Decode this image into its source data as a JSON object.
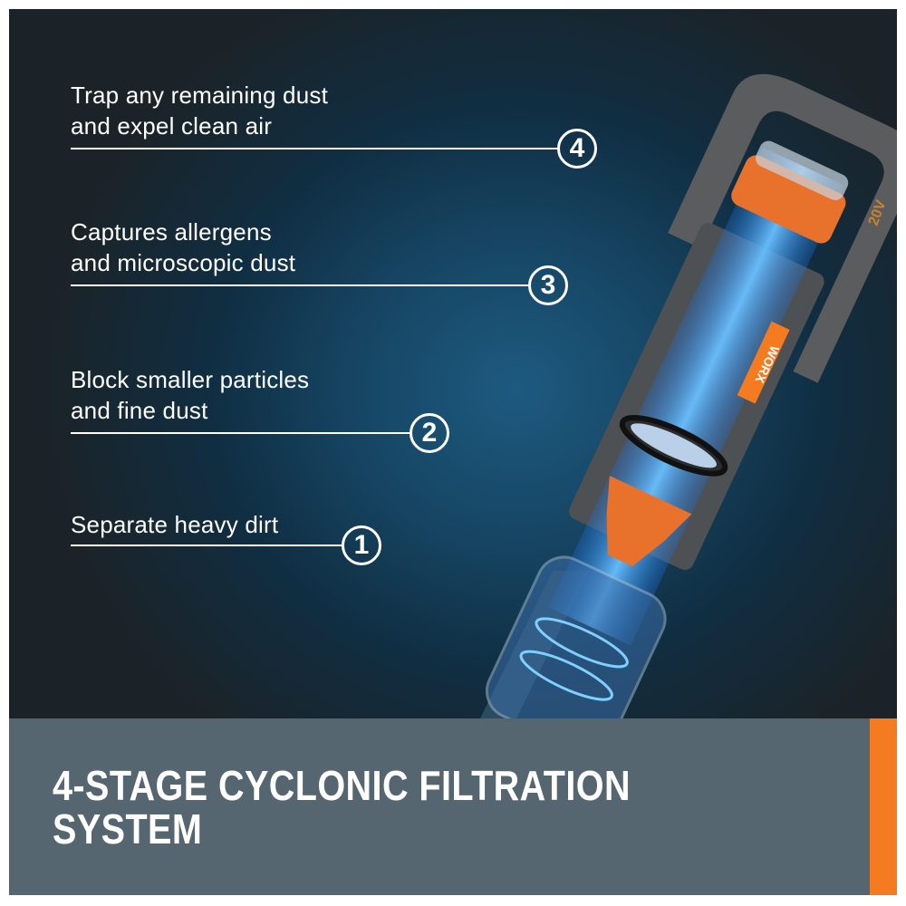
{
  "callouts": [
    {
      "number": "4",
      "text_line1": "Trap any remaining dust",
      "text_line2": "and expel clean air"
    },
    {
      "number": "3",
      "text_line1": "Captures allergens",
      "text_line2": "and microscopic dust"
    },
    {
      "number": "2",
      "text_line1": "Block smaller particles",
      "text_line2": "and fine dust"
    },
    {
      "number": "1",
      "text_line1": "Separate heavy dirt",
      "text_line2": ""
    }
  ],
  "product": {
    "brand_logo": "WORX",
    "battery_label": "20V"
  },
  "banner": {
    "title_line1": "4-STAGE CYCLONIC FILTRATION",
    "title_line2": "SYSTEM"
  },
  "colors": {
    "accent": "#f47b20",
    "banner_bg": "#566670",
    "airflow": "#3a9cff"
  }
}
